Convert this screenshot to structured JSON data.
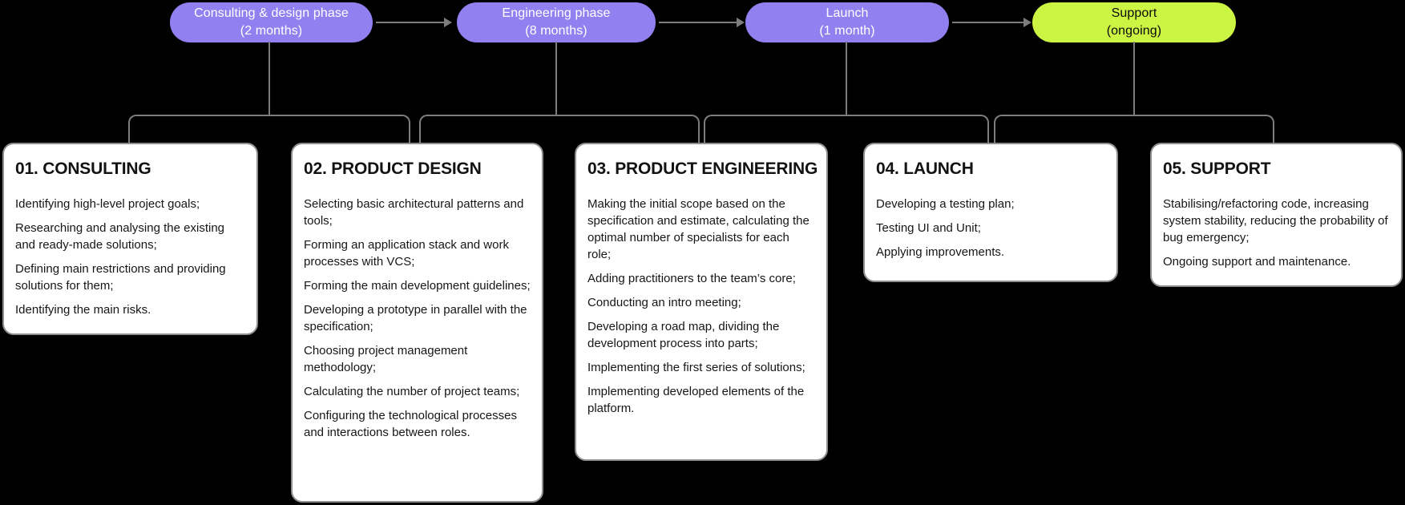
{
  "colors": {
    "background": "#000000",
    "phase_purple": "#9080F0",
    "phase_lime": "#CCF442",
    "connector_gray": "#7d7d7d",
    "card_background": "#ffffff",
    "card_border": "#8f8f8f",
    "card_text": "#141414"
  },
  "phases": [
    {
      "name": "Consulting & design phase",
      "duration": "(2 months)"
    },
    {
      "name": "Engineering phase",
      "duration": "(8 months)"
    },
    {
      "name": "Launch",
      "duration": "(1 month)"
    },
    {
      "name": "Support",
      "duration": "(ongoing)"
    }
  ],
  "cards": [
    {
      "title": "01. CONSULTING",
      "items": [
        "Identifying high-level project goals;",
        "Researching and analysing the existing and ready-made solutions;",
        "Defining main restrictions and providing solutions for them;",
        "Identifying the main risks."
      ]
    },
    {
      "title": "02. PRODUCT DESIGN",
      "items": [
        "Selecting basic architectural patterns and tools;",
        "Forming an application stack and work processes with VCS;",
        "Forming the main development guidelines;",
        "Developing a prototype in parallel with the specification;",
        "Choosing project management methodology;",
        "Calculating the number of project teams;",
        "Configuring the technological processes and interactions between roles."
      ]
    },
    {
      "title": "03. PRODUCT ENGINEERING",
      "items": [
        "Making the initial scope based on the specification and estimate, calculating the optimal number of specialists for each role;",
        "Adding practitioners to the team’s core;",
        "Conducting an intro meeting;",
        "Developing a road map, dividing the development process into parts;",
        "Implementing the first series of solutions;",
        "Implementing developed elements of the platform."
      ]
    },
    {
      "title": "04. LAUNCH",
      "items": [
        "Developing a testing plan;",
        "Testing UI and Unit;",
        "Applying improvements."
      ]
    },
    {
      "title": "05. SUPPORT",
      "items": [
        "Stabilising/refactoring code, increasing system stability, reducing the probability of bug emergency;",
        "Ongoing support and maintenance."
      ]
    }
  ]
}
